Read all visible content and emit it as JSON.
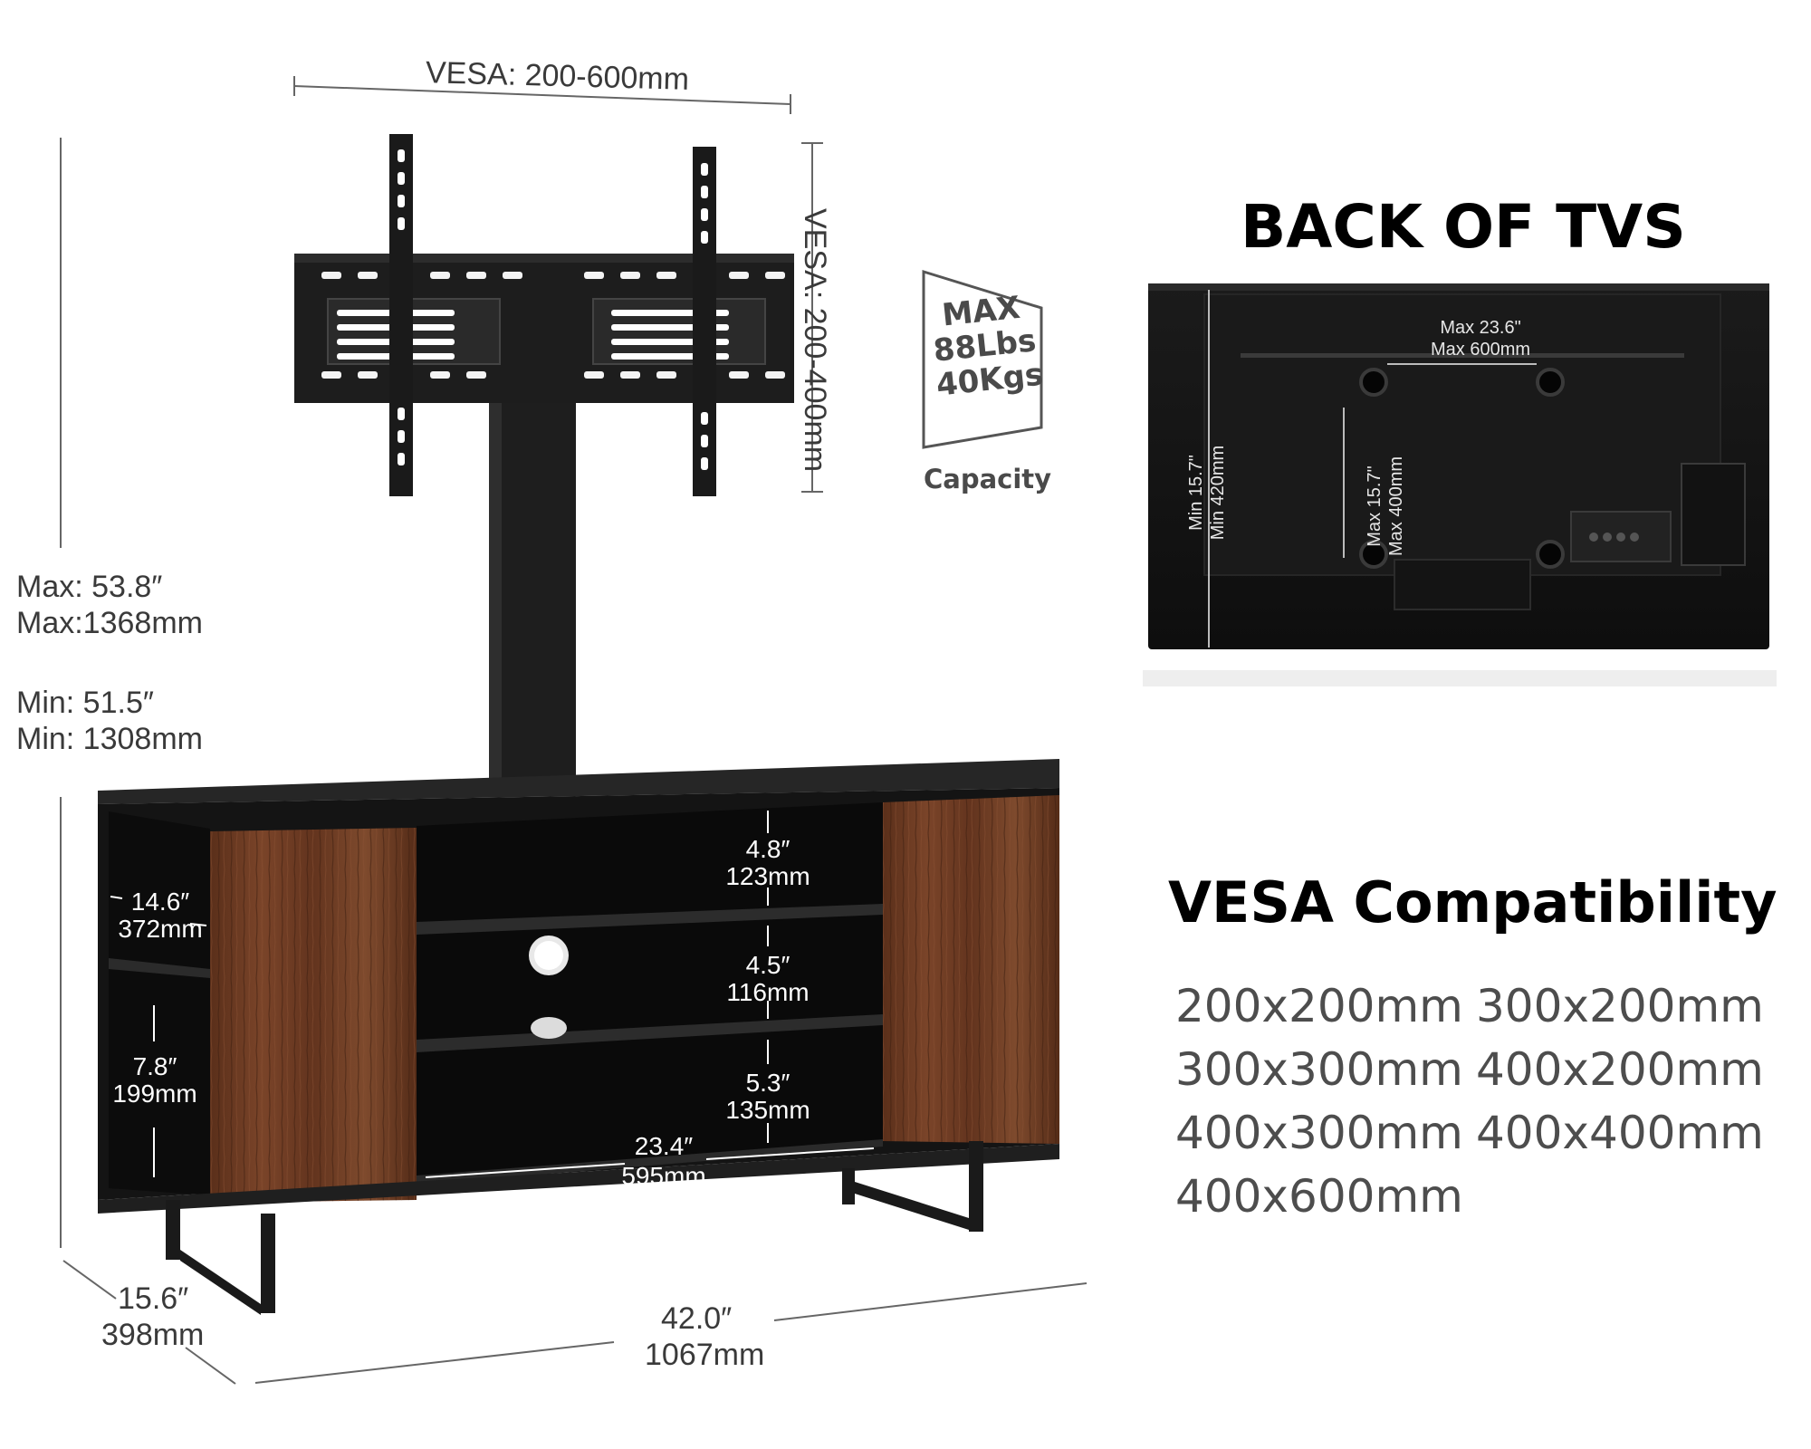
{
  "dimensions": {
    "vesa_width": "VESA: 200-600mm",
    "vesa_height": "VESA: 200-400mm",
    "height_max_in": "Max: 53.8″",
    "height_max_mm": "Max:1368mm",
    "height_min_in": "Min:  51.5″",
    "height_min_mm": "Min: 1308mm",
    "depth_in": "15.6″",
    "depth_mm": "398mm",
    "width_in": "42.0″",
    "width_mm": "1067mm",
    "side_upper_in": "14.6″",
    "side_upper_mm": "372mm",
    "side_lower_in": "7.8″",
    "side_lower_mm": "199mm",
    "shelf1_in": "4.8″",
    "shelf1_mm": "123mm",
    "shelf2_in": "4.5″",
    "shelf2_mm": "116mm",
    "shelf3_in": "5.3″",
    "shelf3_mm": "135mm",
    "inner_width_in": "23.4″",
    "inner_width_mm": "595mm"
  },
  "capacity": {
    "line1": "MAX",
    "line2": "88Lbs",
    "line3": "40Kgs",
    "label": "Capacity"
  },
  "back_of_tvs": {
    "title": "BACK OF TVS",
    "max_w_in": "Max 23.6\"",
    "max_w_mm": "Max 600mm",
    "max_h_in": "Max 15.7\"",
    "max_h_mm": "Max 400mm",
    "min_h_in": "Min  15.7\"",
    "min_h_mm": "Min  420mm"
  },
  "vesa_compat": {
    "title": "VESA Compatibility",
    "items": [
      "200x200mm",
      "300x200mm",
      "300x300mm",
      "400x200mm",
      "400x300mm",
      "400x400mm",
      "400x600mm"
    ]
  },
  "colors": {
    "frame": "#1c1c1c",
    "wood": "#6b3a22",
    "dim_line": "#555555"
  }
}
